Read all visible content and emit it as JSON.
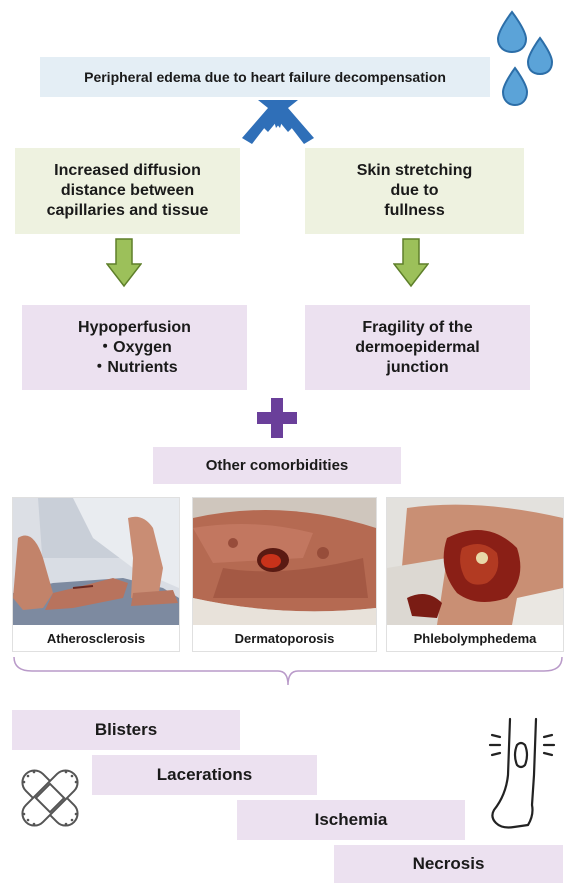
{
  "top_box": "Peripheral edema due to heart failure decompensation",
  "left_box": [
    "Increased diffusion",
    "distance between",
    "capillaries and tissue"
  ],
  "right_box": [
    "Skin stretching",
    "due to",
    "fullness"
  ],
  "hypo_box": [
    "Hypoperfusion",
    "・Oxygen",
    "・Nutrients"
  ],
  "fragility_box": [
    "Fragility of the",
    "dermoepidermal",
    "junction"
  ],
  "comorbidities": "Other comorbidities",
  "photos": [
    "Atherosclerosis",
    "Dermatoporosis",
    "Phlebolymphedema"
  ],
  "outcomes": [
    "Blisters",
    "Lacerations",
    "Ischemia",
    "Necrosis"
  ],
  "colors": {
    "box_blue": "#e4eef5",
    "box_green": "#eef2e0",
    "box_lavender": "#ece1f0",
    "arrow_green": "#9cc05a",
    "arrow_blue": "#2f6fb8",
    "plus_purple": "#6a3f9a",
    "drop_blue": "#5ba3d8"
  },
  "icons": [
    "water-drops-icon",
    "bandage-icon",
    "leg-icon"
  ]
}
